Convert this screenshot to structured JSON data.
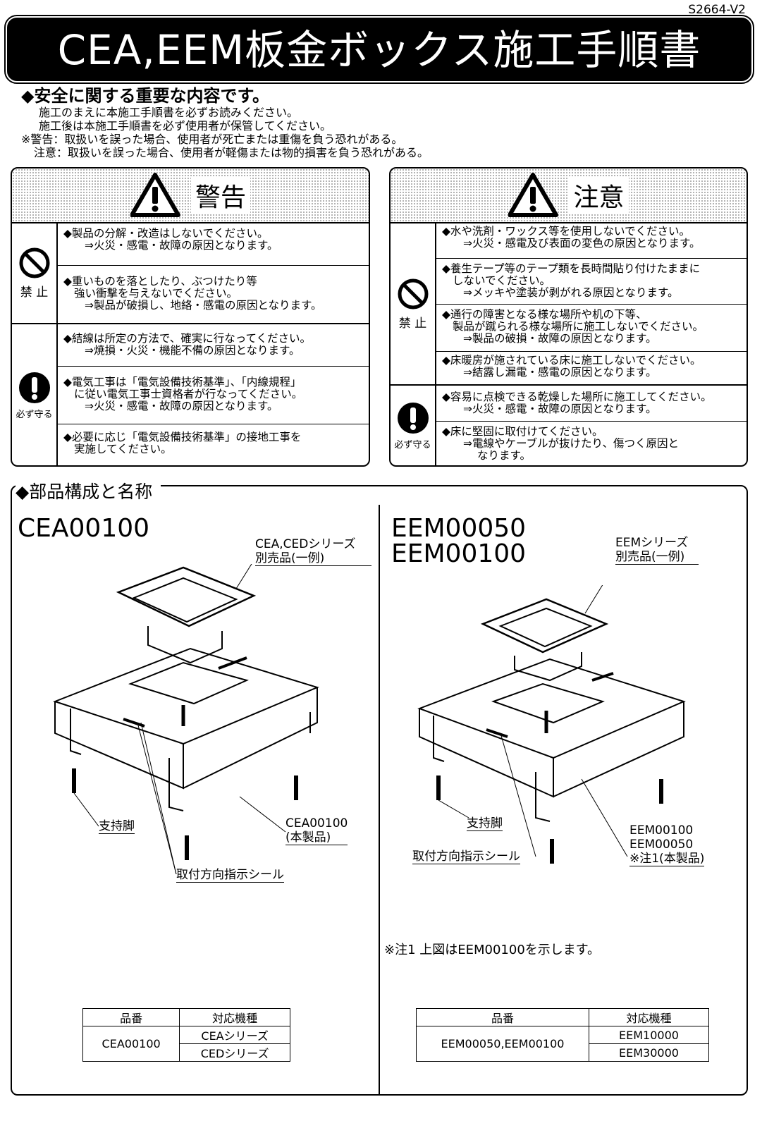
{
  "doc_code": "S2664-V2",
  "title": "CEA,EEM板金ボックス施工手順書",
  "safety": {
    "heading": "◆安全に関する重要な内容です。",
    "lines": [
      "施工のまえに本施工手順書を必ずお読みください。",
      "施工後は本施工手順書を必ず使用者が保管してください。"
    ],
    "notes": [
      "※警告：取扱いを誤った場合、使用者が死亡または重傷を負う恐れがある。",
      "注意：取扱いを誤った場合、使用者が軽傷または物的損害を負う恐れがある。"
    ]
  },
  "warning": {
    "title": "警告",
    "icon": "warning-triangle-icon",
    "prohibit_label": "禁 止",
    "must_label": "必ず守る",
    "prohibit": [
      {
        "text": "◆製品の分解・改造はしないでください。",
        "sub": "⇒火災・感電・故障の原因となります。"
      },
      {
        "text": "◆重いものを落としたり、ぶつけたり等",
        "cont": "強い衝撃を与えないでください。",
        "sub": "⇒製品が破損し、地絡・感電の原因となります。"
      }
    ],
    "must": [
      {
        "text": "◆結線は所定の方法で、確実に行なってください。",
        "sub": "⇒焼損・火災・機能不備の原因となります。"
      },
      {
        "text": "◆電気工事は「電気設備技術基準」、「内線規程」",
        "cont": "に従い電気工事士資格者が行なってください。",
        "sub": "⇒火災・感電・故障の原因となります。"
      },
      {
        "text": "◆必要に応じ「電気設備技術基準」の接地工事を",
        "cont": "実施してください。"
      }
    ]
  },
  "caution": {
    "title": "注意",
    "icon": "warning-triangle-icon",
    "prohibit_label": "禁 止",
    "must_label": "必ず守る",
    "prohibit": [
      {
        "text": "◆水や洗剤・ワックス等を使用しないでください。",
        "sub": "⇒火災・感電及び表面の変色の原因となります。"
      },
      {
        "text": "◆養生テープ等のテープ類を長時間貼り付けたままに",
        "cont": "しないでください。",
        "sub": "⇒メッキや塗装が剥がれる原因となります。"
      },
      {
        "text": "◆通行の障害となる様な場所や机の下等、",
        "cont": "製品が蹴られる様な場所に施工しないでください。",
        "sub": "⇒製品の破損・故障の原因となります。"
      },
      {
        "text": "◆床暖房が施されている床に施工しないでください。",
        "sub": "⇒結露し漏電・感電の原因となります。"
      }
    ],
    "must": [
      {
        "text": "◆容易に点検できる乾燥した場所に施工してください。",
        "sub": "⇒火災・感電・故障の原因となります。"
      },
      {
        "text": "◆床に堅固に取付けてください。",
        "sub": "⇒電線やケーブルが抜けたり、傷つく原因と",
        "sub2": "なります。"
      }
    ]
  },
  "parts": {
    "heading": "◆部品構成と名称",
    "left": {
      "model": "CEA00100",
      "option_label": [
        "CEA,CEDシリーズ",
        "別売品(一例)"
      ],
      "leg_label": "支持脚",
      "product_label": [
        "CEA00100",
        "(本製品)"
      ],
      "seal_label": "取付方向指示シール",
      "table": {
        "headers": [
          "品番",
          "対応機種"
        ],
        "part": "CEA00100",
        "models": [
          "CEAシリーズ",
          "CEDシリーズ"
        ]
      }
    },
    "right": {
      "models": [
        "EEM00050",
        "EEM00100"
      ],
      "option_label": [
        "EEMシリーズ",
        "別売品(一例)"
      ],
      "leg_label": "支持脚",
      "seal_label": "取付方向指示シール",
      "product_label": [
        "EEM00100",
        "EEM00050",
        "※注1(本製品)"
      ],
      "note": "※注1 上図はEEM00100を示します。",
      "table": {
        "headers": [
          "品番",
          "対応機種"
        ],
        "part": "EEM00050,EEM00100",
        "models": [
          "EEM10000",
          "EEM30000"
        ]
      }
    }
  }
}
